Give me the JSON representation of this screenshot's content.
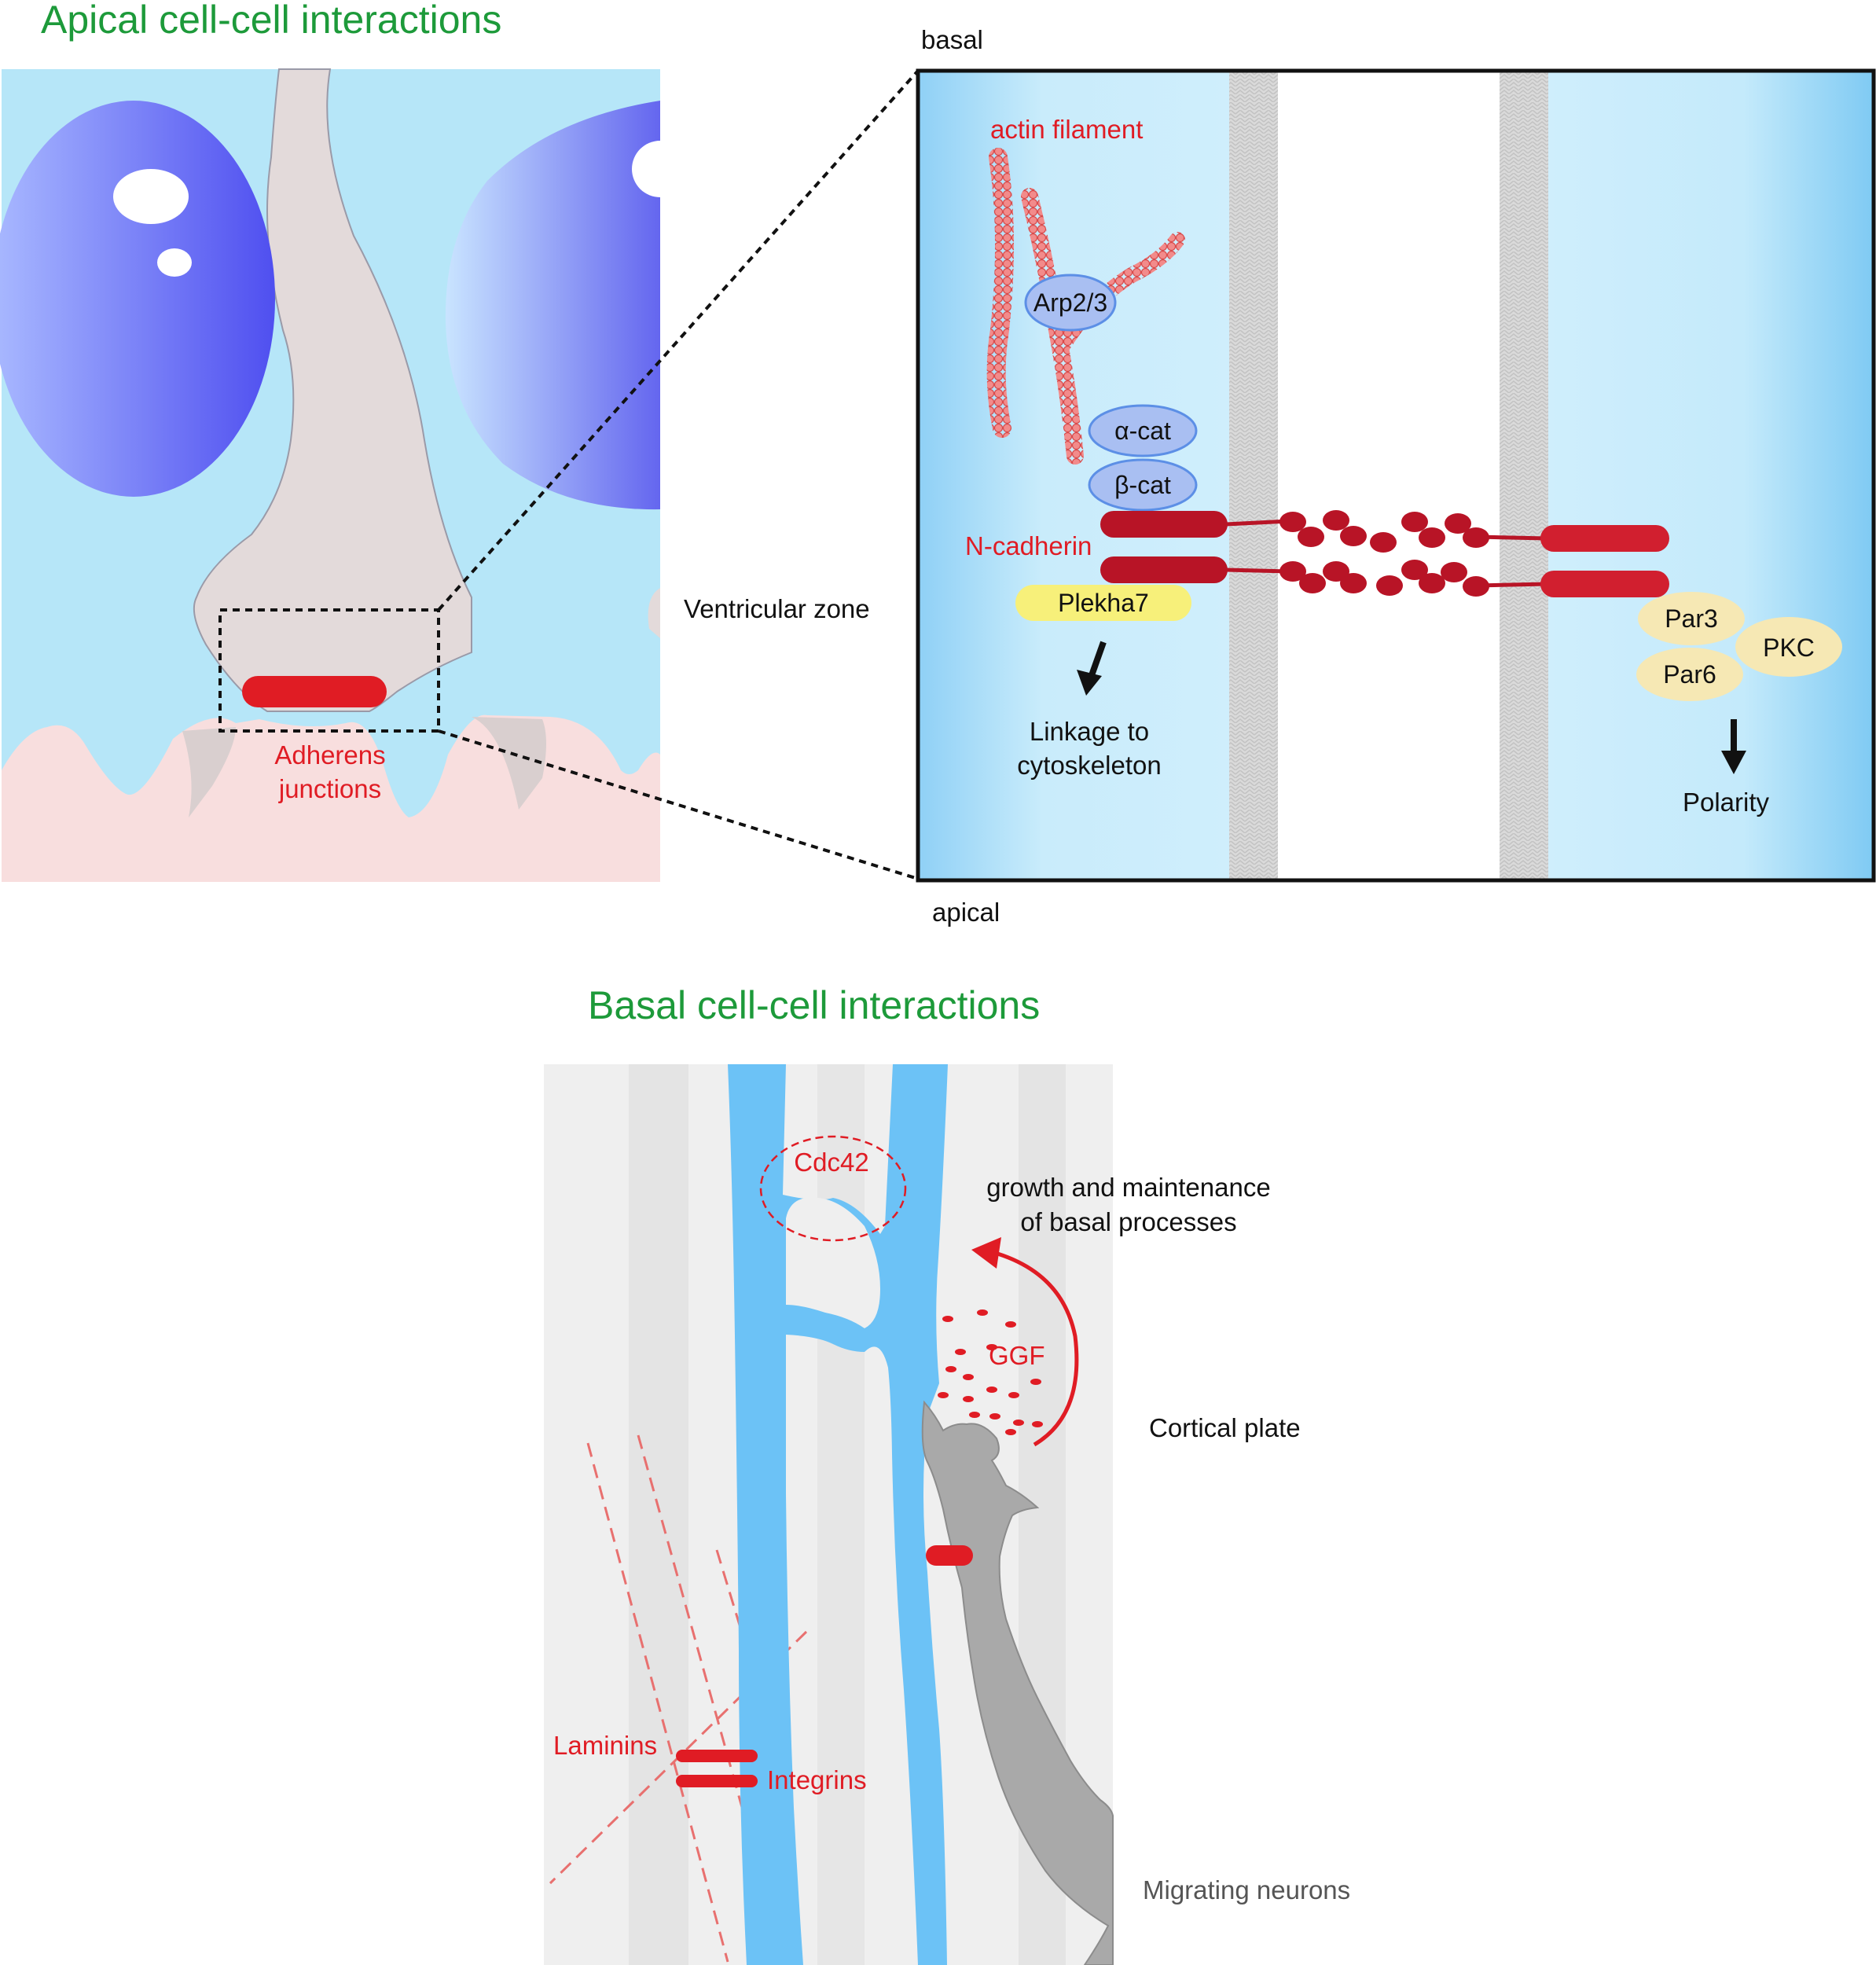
{
  "titles": {
    "apical": "Apical cell-cell interactions",
    "basal": "Basal cell-cell interactions"
  },
  "apical_panel": {
    "adherens_junctions_line1": "Adherens",
    "adherens_junctions_line2": "junctions",
    "ventricular_zone": "Ventricular zone"
  },
  "zoom_panel": {
    "basal": "basal",
    "apical": "apical",
    "actin_filament": "actin filament",
    "arp": "Arp2/3",
    "alpha_cat": "α-cat",
    "beta_cat": "β-cat",
    "n_cadherin": "N-cadherin",
    "plekha7": "Plekha7",
    "linkage_line1": "Linkage to",
    "linkage_line2": "cytoskeleton",
    "par3": "Par3",
    "par6": "Par6",
    "pkc": "PKC",
    "polarity": "Polarity"
  },
  "basal_panel": {
    "cdc42": "Cdc42",
    "growth_line1": "growth and maintenance",
    "growth_line2": "of basal processes",
    "ggf": "GGF",
    "cortical_plate": "Cortical plate",
    "laminins": "Laminins",
    "integrins": "Integrins",
    "migrating_neurons": "Migrating neurons"
  },
  "colors": {
    "title_green": "#1d9a3a",
    "label_red": "#e01c24",
    "cytoplasm_blue": "#b6e6f8",
    "nucleus_blue": "#5b5ef0",
    "cadherin_red": "#b81426",
    "fiber_blue": "#6cc2f6",
    "neuron_gray": "#a9a9a9"
  }
}
